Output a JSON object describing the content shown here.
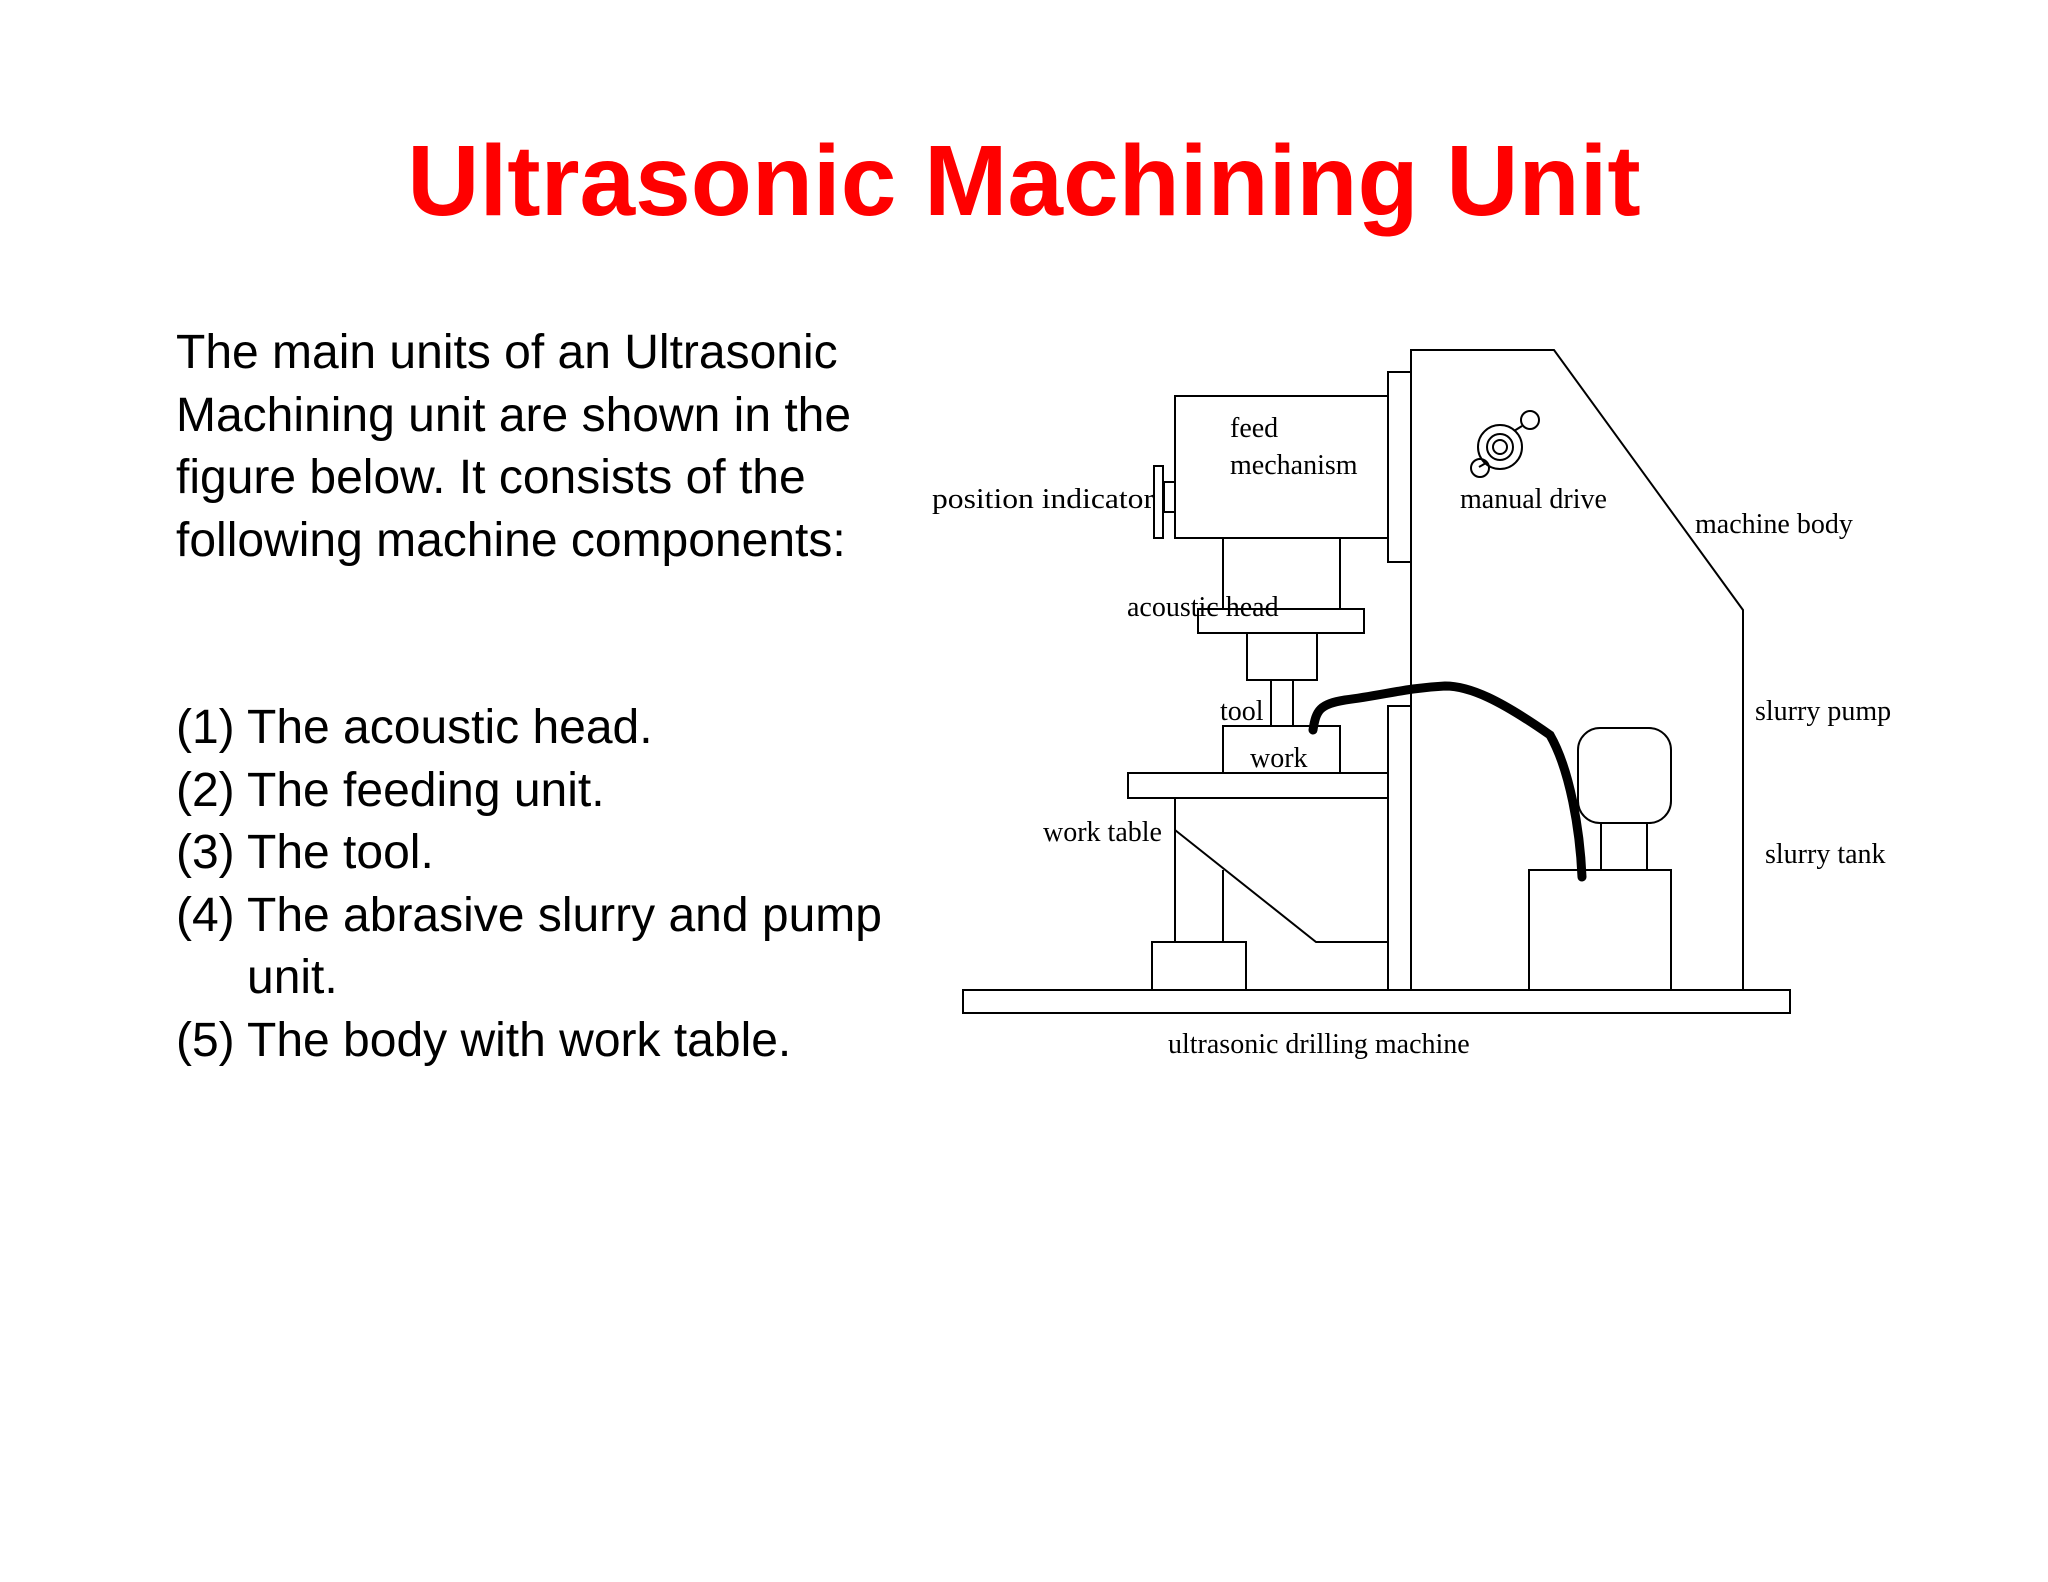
{
  "slide": {
    "title": "Ultrasonic Machining Unit",
    "title_color": "#ff0000",
    "intro": "The main units of an Ultrasonic Machining unit are shown in the figure below. It consists of the following machine components:",
    "components": [
      {
        "num": "(1)",
        "text": "The acoustic head."
      },
      {
        "num": "(2)",
        "text": "The feeding unit."
      },
      {
        "num": "(3)",
        "text": "The tool."
      },
      {
        "num": "(4)",
        "text": "The abrasive slurry and pump unit."
      },
      {
        "num": "(5)",
        "text": "The body with work table."
      }
    ]
  },
  "diagram": {
    "labels": {
      "feed": "feed",
      "mechanism": "mechanism",
      "position_indicator": "position indicator",
      "manual_drive": "manual drive",
      "machine_body": "machine body",
      "acoustic_head": "acoustic head",
      "tool": "tool",
      "work": "work",
      "slurry_pump": "slurry pump",
      "work_table": "work table",
      "slurry_tank": "slurry tank",
      "caption": "ultrasonic drilling machine"
    }
  }
}
